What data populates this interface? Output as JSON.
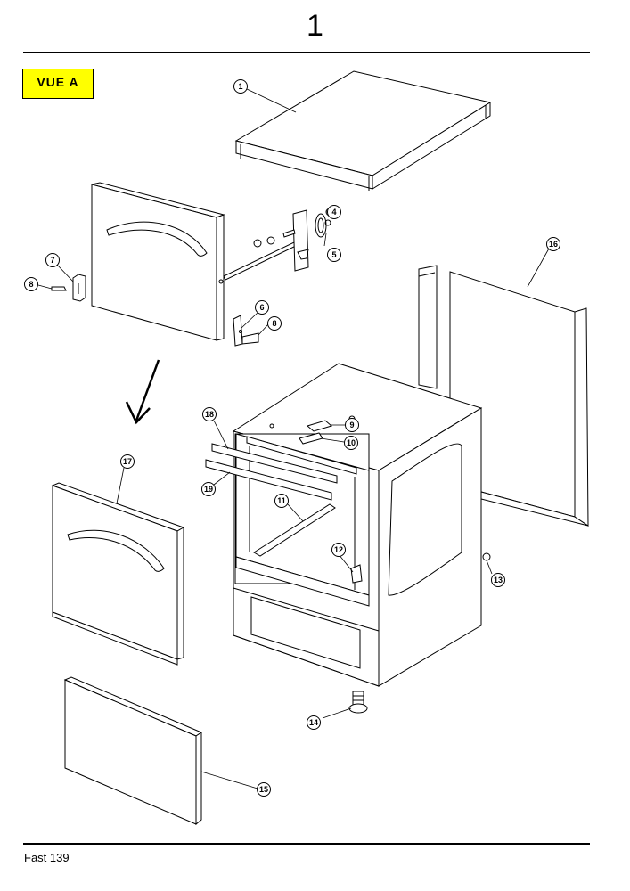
{
  "page": {
    "number": "1",
    "view_label": "VUE A",
    "footer": "Fast 139"
  },
  "callouts": [
    {
      "id": "callout-1",
      "label": "1"
    },
    {
      "id": "callout-4",
      "label": "4"
    },
    {
      "id": "callout-5",
      "label": "5"
    },
    {
      "id": "callout-6",
      "label": "6"
    },
    {
      "id": "callout-7",
      "label": "7"
    },
    {
      "id": "callout-8a",
      "label": "8"
    },
    {
      "id": "callout-8b",
      "label": "8"
    },
    {
      "id": "callout-9",
      "label": "9"
    },
    {
      "id": "callout-10",
      "label": "10"
    },
    {
      "id": "callout-11",
      "label": "11"
    },
    {
      "id": "callout-12",
      "label": "12"
    },
    {
      "id": "callout-13",
      "label": "13"
    },
    {
      "id": "callout-14",
      "label": "14"
    },
    {
      "id": "callout-15",
      "label": "15"
    },
    {
      "id": "callout-16",
      "label": "16"
    },
    {
      "id": "callout-17",
      "label": "17"
    },
    {
      "id": "callout-18",
      "label": "18"
    },
    {
      "id": "callout-19",
      "label": "19"
    }
  ]
}
